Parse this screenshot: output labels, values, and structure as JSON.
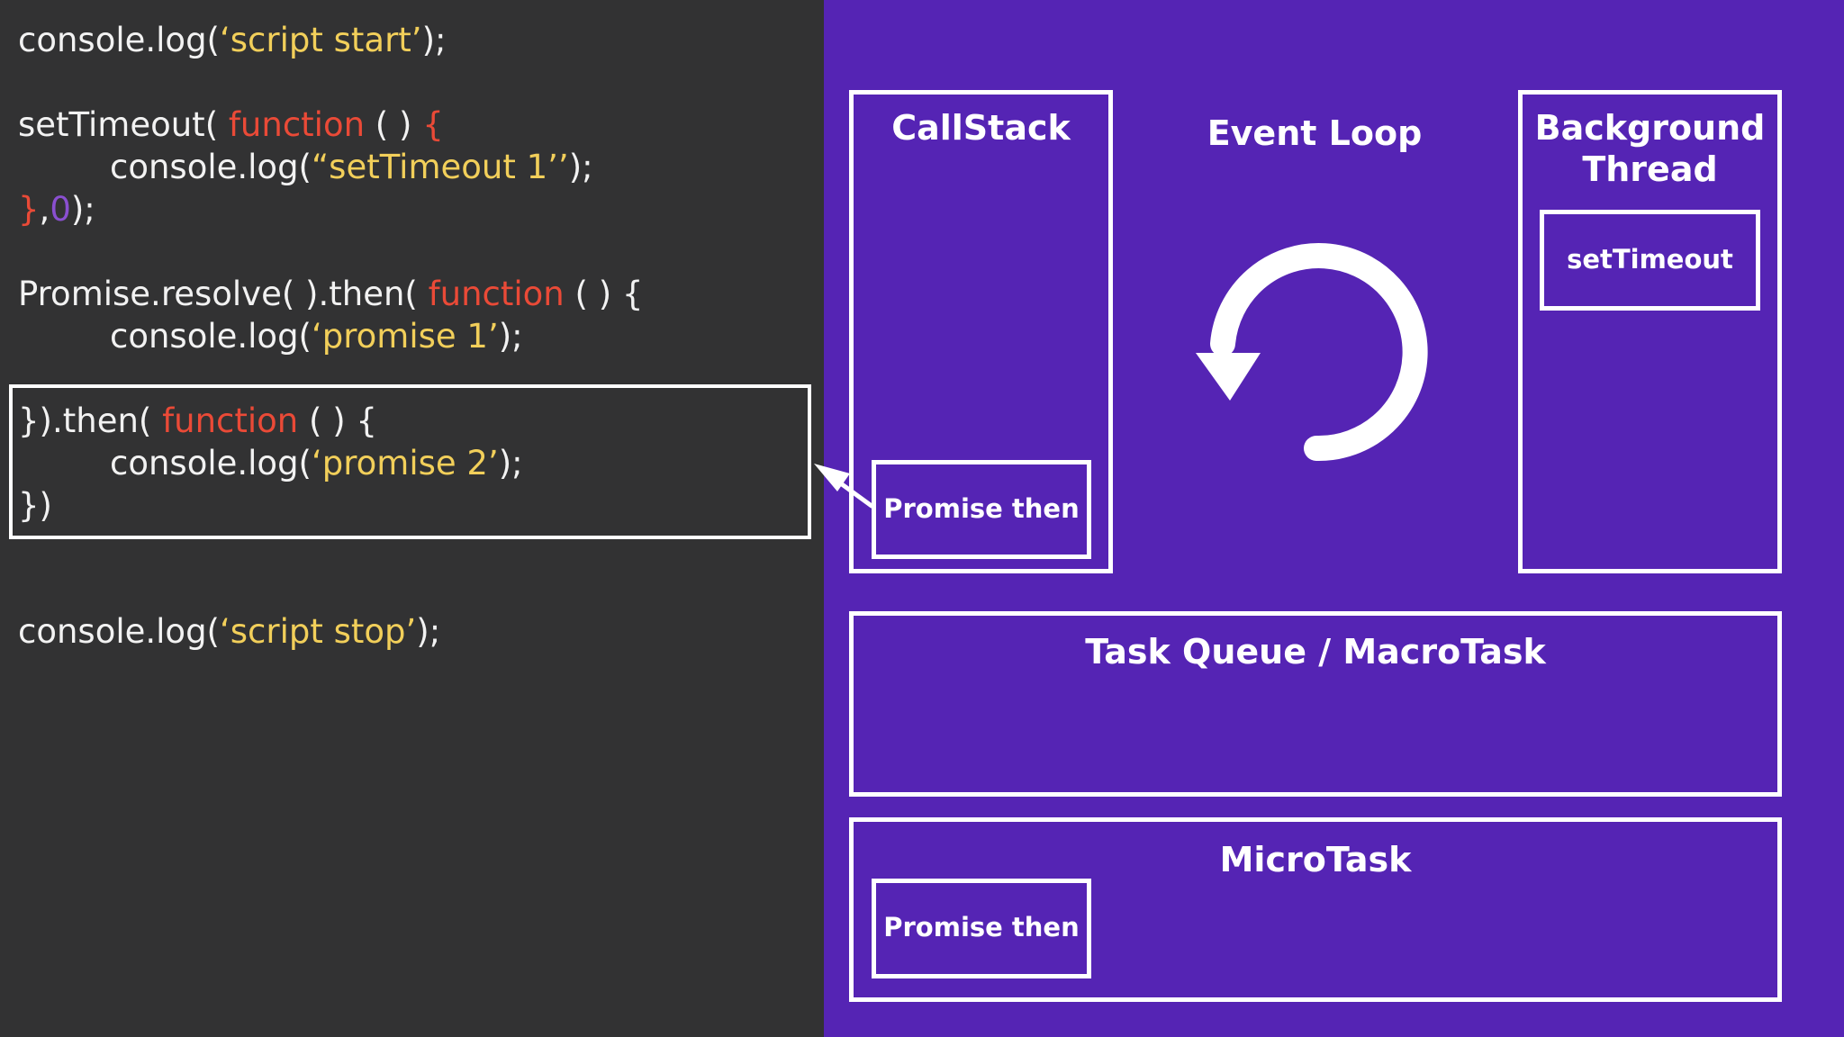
{
  "code": {
    "line1": {
      "a": "console.log(",
      "b": "‘script start’",
      "c": ");"
    },
    "line2": {
      "a": "setTimeout( ",
      "b": "function",
      "c": " ( ) ",
      "d": "{"
    },
    "line3": {
      "a": "console.log(",
      "b": "“setTimeout 1’’",
      "c": ");"
    },
    "line4": {
      "a": "}",
      "b": ",",
      "c": "0",
      "d": ");"
    },
    "line5": {
      "a": "Promise.resolve( ).then( ",
      "b": "function",
      "c": " ( ) {"
    },
    "line6": {
      "a": "console.log(",
      "b": "‘promise 1’",
      "c": ");"
    },
    "line7": {
      "a": "}).then( ",
      "b": "function",
      "c": " ( ) {"
    },
    "line8": {
      "a": "console.log(",
      "b": "‘promise 2’",
      "c": ");"
    },
    "line9": {
      "a": "})"
    },
    "line10": {
      "a": "console.log(",
      "b": "‘script stop’",
      "c": ");"
    }
  },
  "diagram": {
    "callstack_title": "CallStack",
    "callstack_item": "Promise then",
    "event_loop_title": "Event Loop",
    "background_title_1": "Background",
    "background_title_2": "Thread",
    "background_item": "setTimeout",
    "task_queue_title": "Task Queue / MacroTask",
    "microtask_title": "MicroTask",
    "microtask_item": "Promise then"
  },
  "colors": {
    "code_background": "#323233",
    "diagram_background": "#5524b4",
    "keyword": "#ea4a37",
    "string": "#f2cf5a",
    "number": "#8a4fd0",
    "border": "#ffffff"
  },
  "icons": {
    "event_loop": "circular-arrow-icon",
    "pointer": "arrow-icon"
  }
}
